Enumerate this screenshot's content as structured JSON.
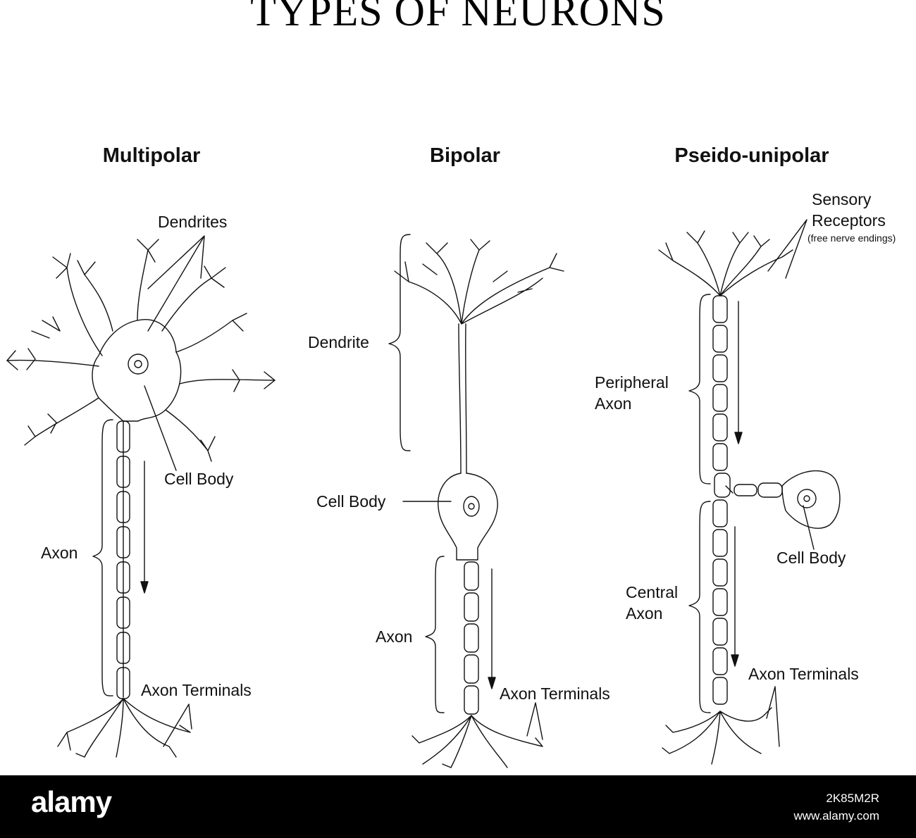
{
  "title": "TYPES OF NEURONS",
  "multipolar": {
    "title": "Multipolar",
    "dendrites": "Dendrites",
    "cell_body": "Cell Body",
    "axon": "Axon",
    "axon_terminals": "Axon Terminals"
  },
  "bipolar": {
    "title": "Bipolar",
    "dendrite": "Dendrite",
    "cell_body": "Cell Body",
    "axon": "Axon",
    "axon_terminals": "Axon Terminals"
  },
  "pseudo": {
    "title": "Pseido-unipolar",
    "sensory_line1": "Sensory",
    "sensory_line2": "Receptors",
    "free_nerve": "(free nerve endings)",
    "peripheral_line1": "Peripheral",
    "peripheral_line2": "Axon",
    "cell_body": "Cell Body",
    "central_line1": "Central",
    "central_line2": "Axon",
    "axon_terminals": "Axon Terminals"
  },
  "watermark": {
    "brand": "alamy",
    "image_id": "2K85M2R",
    "url": "www.alamy.com"
  }
}
